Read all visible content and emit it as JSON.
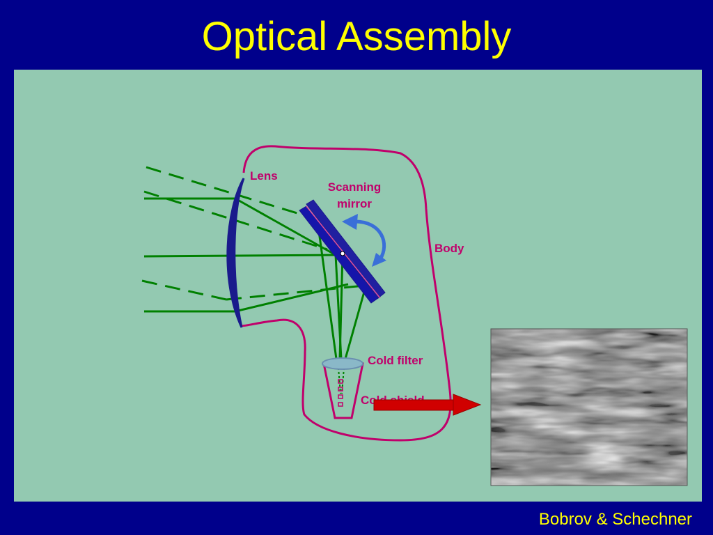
{
  "slide": {
    "title": "Optical Assembly",
    "footer": "Bobrov & Schechner"
  },
  "diagram": {
    "labels": {
      "lens": "Lens",
      "scanning_mirror_line1": "Scanning",
      "scanning_mirror_line2": "mirror",
      "body": "Body",
      "cold_filter": "Cold filter",
      "cold_shield": "Cold shield"
    },
    "colors": {
      "background": "#00008b",
      "panel": "#93c9b1",
      "title_text": "#ffff00",
      "body_outline": "#c0006b",
      "rays": "#008000",
      "lens_fill": "#1a1a8c",
      "mirror_fill": "#2020a0",
      "rotation_arrow": "#3a6fd8",
      "output_arrow": "#d00000"
    },
    "icons": {
      "rotation_arrow": "curved-double-arrow",
      "output_arrow": "right-arrow"
    }
  }
}
